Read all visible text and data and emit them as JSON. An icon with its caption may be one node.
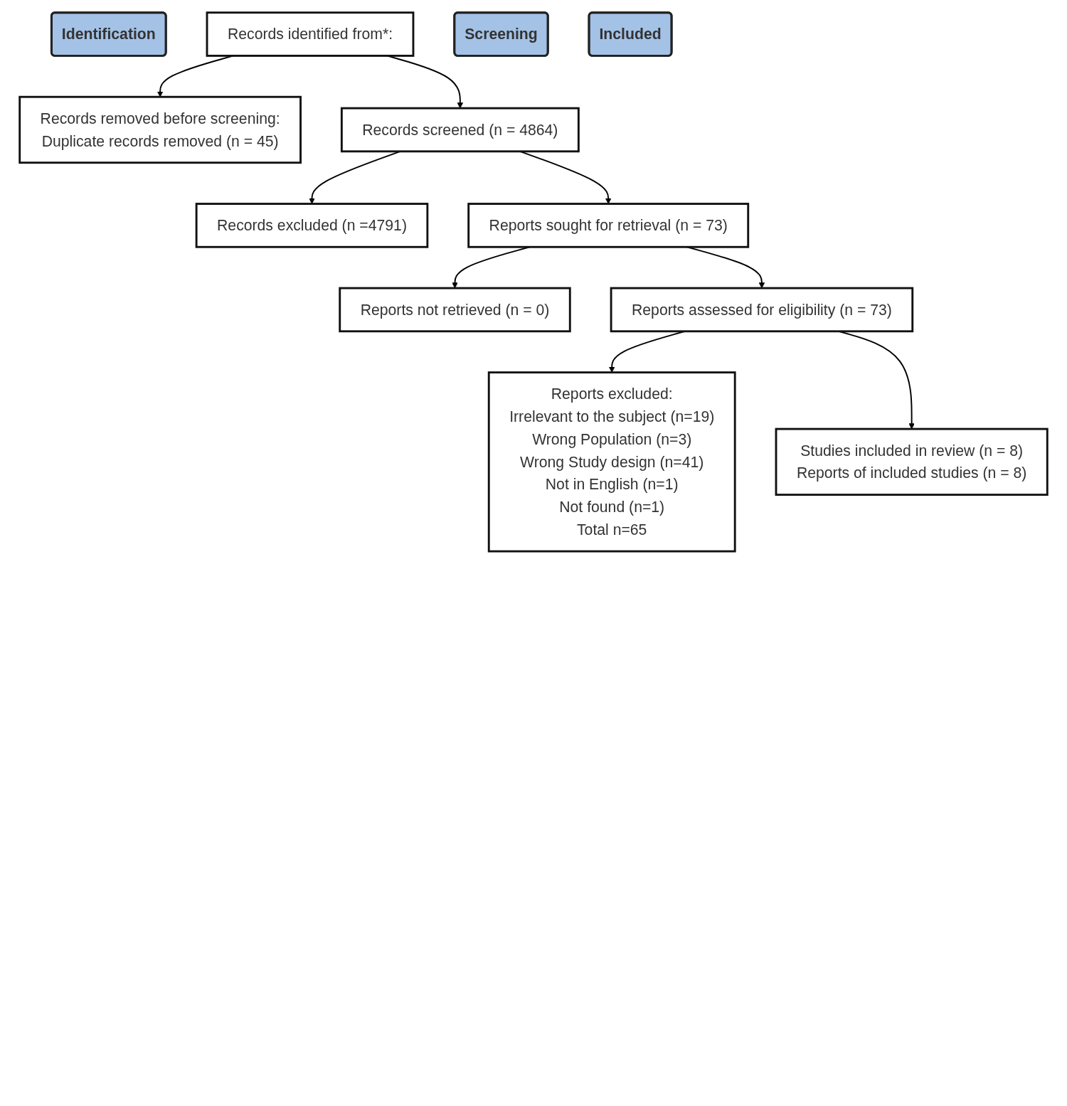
{
  "diagram": {
    "nodes": [
      {
        "text": [
          "Identification"
        ]
      },
      {
        "text": [
          "Records identified from*:"
        ]
      },
      {
        "text": [
          "Records removed before screening:",
          "Duplicate records removed (n = 45)"
        ]
      },
      {
        "text": [
          "Screening"
        ]
      },
      {
        "text": [
          "Records screened (n = 4864)"
        ]
      },
      {
        "text": [
          "Records excluded (n =4791)"
        ]
      },
      {
        "text": [
          "Reports sought for retrieval (n = 73)"
        ]
      },
      {
        "text": [
          "Reports not retrieved (n = 0)"
        ]
      },
      {
        "text": [
          "Reports assessed for eligibility (n = 73)"
        ]
      },
      {
        "text": [
          "Reports excluded:",
          "Irrelevant to the subject (n=19)",
          "Wrong Population (n=3)",
          "Wrong Study design (n=41)",
          "Not in English (n=1)",
          "Not found (n=1)",
          "Total n=65"
        ]
      },
      {
        "text": [
          "Included"
        ]
      },
      {
        "text": [
          "Studies included in review (n = 8)",
          "Reports of included studies (n = 8)"
        ]
      }
    ],
    "edges": [
      {
        "from": 1,
        "to": 2,
        "arrow": "to"
      },
      {
        "from": 1,
        "to": 4,
        "arrow": "to"
      },
      {
        "from": 4,
        "to": 5,
        "arrow": "to"
      },
      {
        "from": 4,
        "to": 6,
        "arrow": "to"
      },
      {
        "from": 6,
        "to": 7,
        "arrow": "to"
      },
      {
        "from": 6,
        "to": 8,
        "arrow": "to"
      },
      {
        "from": 8,
        "to": 9,
        "arrow": "to"
      },
      {
        "from": 8,
        "to": 11,
        "arrow": "to"
      }
    ]
  }
}
